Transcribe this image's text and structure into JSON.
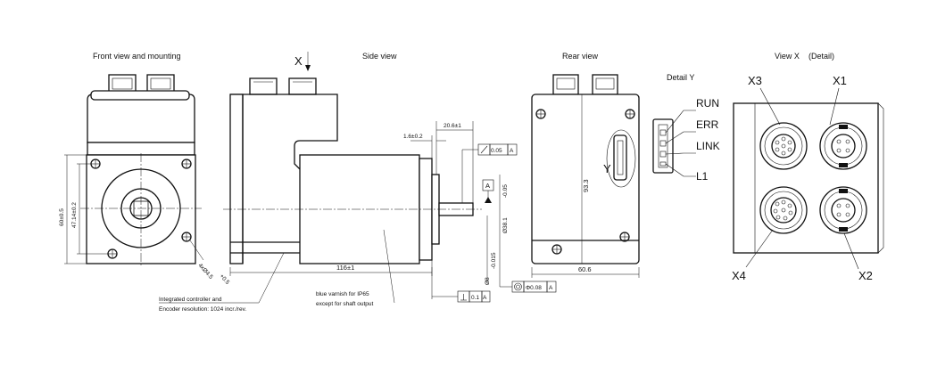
{
  "views": {
    "front": "Front view and mounting",
    "side": "Side view",
    "rear": "Rear view",
    "detail_y": "Detail Y",
    "view_x": "View X",
    "view_x_detail": "(Detail)"
  },
  "markers": {
    "x": "X",
    "y": "Y",
    "a": "A"
  },
  "front_dims": {
    "square_outer": "60±0.5",
    "square_holes": "47.14±0.2",
    "holes": "4xØ4.5",
    "holes_tol": "+0.5"
  },
  "side_dims": {
    "overall_length": "116±1",
    "shaft_length": "20.6±1",
    "flange_offset": "1.6±0.2",
    "pilot_dia": "Ø38.1",
    "pilot_tol": "-0.05",
    "shaft_dia": "Ø8",
    "shaft_tol": "-0.015",
    "tol_runout": "0.05",
    "tol_runout_ref": "A",
    "tol_perp": "0.1",
    "tol_perp_ref": "A",
    "tol_conc": "Φ0.08",
    "tol_conc_ref": "A"
  },
  "rear_dims": {
    "height": "93.3",
    "width": "60.6"
  },
  "leds": [
    "RUN",
    "ERR",
    "LINK",
    "L1"
  ],
  "connectors": [
    "X3",
    "X1",
    "X4",
    "X2"
  ],
  "notes": {
    "controller_line1": "Integrated controller and",
    "controller_line2": "Encoder resolution: 1024 incr./rev.",
    "varnish_line1": "blue varnish for IP65",
    "varnish_line2": "except for shaft output"
  }
}
